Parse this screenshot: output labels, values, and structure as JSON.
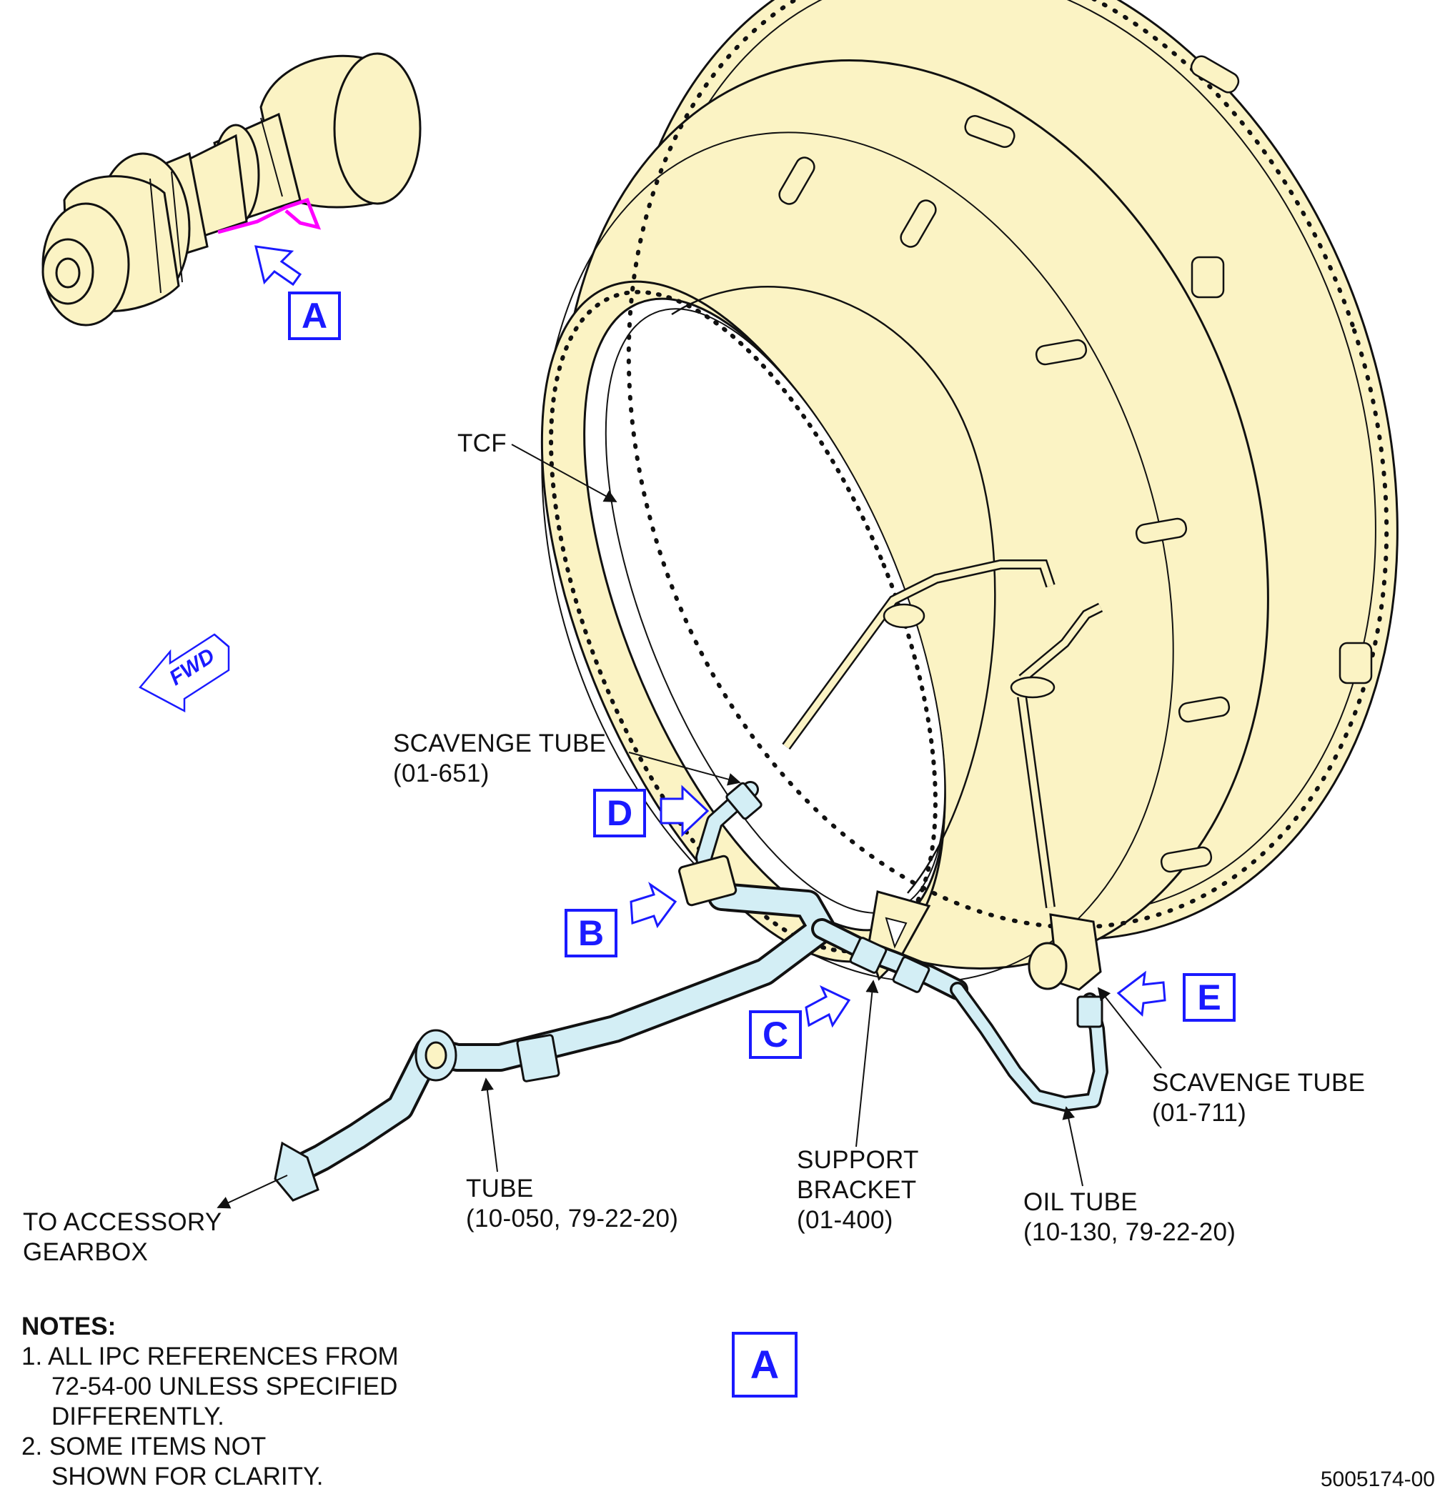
{
  "labels": {
    "tcf": "TCF",
    "scavenge_tube_d_line1": "SCAVENGE TUBE",
    "scavenge_tube_d_line2": "(01-651)",
    "scavenge_tube_e_line1": "SCAVENGE TUBE",
    "scavenge_tube_e_line2": "(01-711)",
    "tube_line1": "TUBE",
    "tube_line2": "(10-050, 79-22-20)",
    "support_bracket_line1": "SUPPORT",
    "support_bracket_line2": "BRACKET",
    "support_bracket_line3": "(01-400)",
    "oil_tube_line1": "OIL TUBE",
    "oil_tube_line2": "(10-130, 79-22-20)",
    "accessory_line1": "TO ACCESSORY",
    "accessory_line2": "GEARBOX",
    "fwd": "FWD"
  },
  "callouts": {
    "a_top": "A",
    "b": "B",
    "c": "C",
    "d": "D",
    "e": "E",
    "a_bottom": "A"
  },
  "notes": {
    "header": "NOTES:",
    "n1_line1": "1. ALL IPC REFERENCES FROM",
    "n1_line2": "72-54-00 UNLESS SPECIFIED",
    "n1_line3": "DIFFERENTLY.",
    "n2_line1": "2. SOME ITEMS NOT",
    "n2_line2": "SHOWN FOR CLARITY."
  },
  "document_number": "5005174-00",
  "colors": {
    "part_fill": "#fbf3c4",
    "tube_fill": "#d3eef5",
    "callout_blue": "#1a1aff",
    "highlight_magenta": "#ff00ff",
    "line": "#111111"
  }
}
